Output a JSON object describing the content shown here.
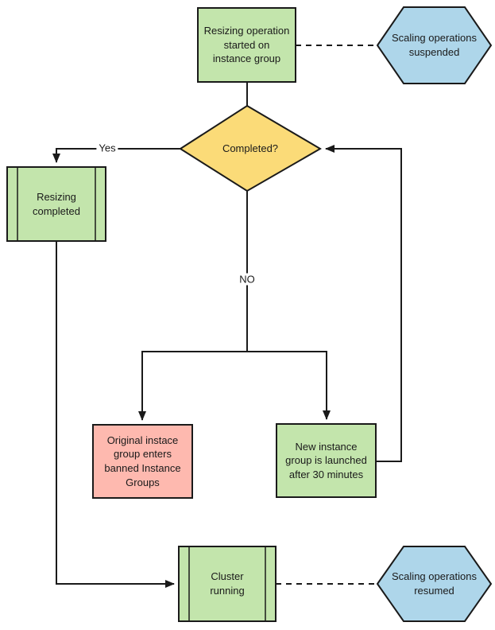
{
  "diagram": {
    "nodes": {
      "start": {
        "label": "Resizing operation\nstarted on\ninstance group"
      },
      "scaling_suspended": {
        "label": "Scaling operations\nsuspended"
      },
      "completed_decision": {
        "label": "Completed?"
      },
      "resizing_completed": {
        "label": "Resizing\ncompleted"
      },
      "banned_group": {
        "label": "Original instace\ngroup enters\nbanned Instance\nGroups"
      },
      "new_instance_group": {
        "label": "New instance\ngroup is launched\nafter 30 minutes"
      },
      "cluster_running": {
        "label": "Cluster\nrunning"
      },
      "scaling_resumed": {
        "label": "Scaling operations\nresumed"
      }
    },
    "edge_labels": {
      "yes": "Yes",
      "no": "NO"
    },
    "colors": {
      "process_green": "#c3e5ac",
      "terminator_blue": "#aed6ea",
      "decision_yellow": "#fbdb78",
      "alert_pink": "#feb9af",
      "line": "#1a1a1a"
    }
  }
}
